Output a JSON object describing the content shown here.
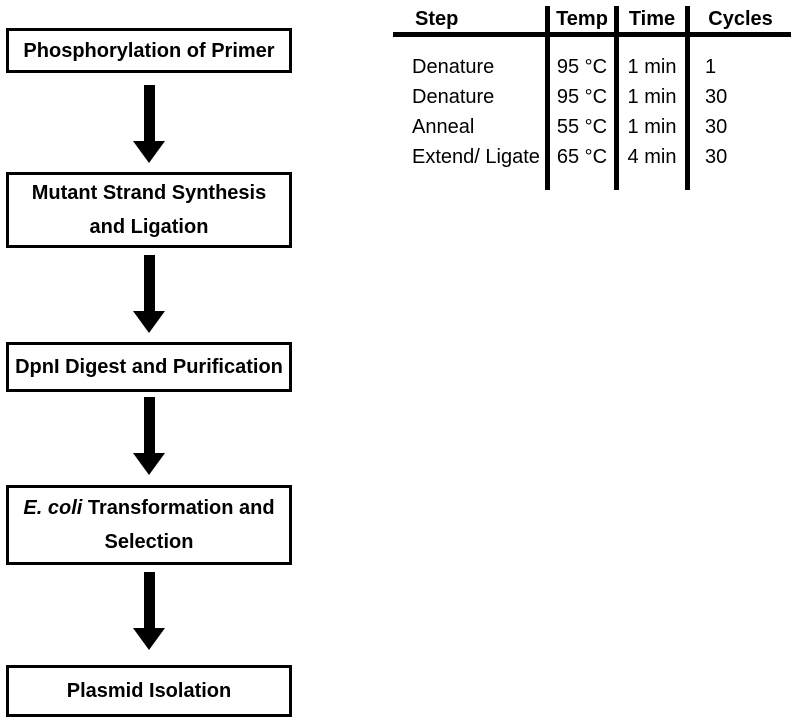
{
  "colors": {
    "ink": "#000000",
    "background": "#ffffff"
  },
  "flowchart": {
    "arrow_icon": "down-arrow",
    "boxes": [
      {
        "label": "Phosphorylation of Primer"
      },
      {
        "line1": "Mutant Strand Synthesis",
        "line2": "and Ligation"
      },
      {
        "label": "DpnI Digest and Purification"
      },
      {
        "line1_italic": "E. coli",
        "line1_rest": " Transformation and",
        "line2": "Selection"
      },
      {
        "label": "Plasmid Isolation"
      }
    ]
  },
  "table": {
    "headers": [
      "Step",
      "Temp",
      "Time",
      "Cycles"
    ],
    "rows": [
      [
        "Denature",
        "95 °C",
        "1 min",
        "1"
      ],
      [
        "Denature",
        "95 °C",
        "1 min",
        "30"
      ],
      [
        "Anneal",
        "55 °C",
        "1 min",
        "30"
      ],
      [
        "Extend/ Ligate",
        "65 °C",
        "4 min",
        "30"
      ]
    ]
  }
}
